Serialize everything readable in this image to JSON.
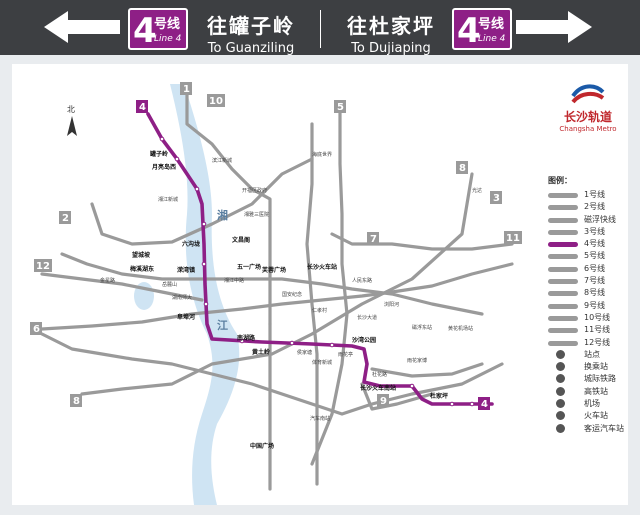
{
  "header": {
    "line_number": "4",
    "line_cn": "号线",
    "line_en": "Line 4",
    "left_dest_cn": "往罐子岭",
    "left_dest_en": "To Guanziling",
    "right_dest_cn": "往杜家坪",
    "right_dest_en": "To Dujiaping"
  },
  "logo": {
    "cn": "长沙轨道",
    "en": "Changsha Metro"
  },
  "map": {
    "north_label": "北",
    "river_labels": [
      "湘",
      "江"
    ],
    "station_labels": {
      "s1": "罐子岭",
      "s2": "月亮岛西",
      "s3": "湘江新城",
      "s4": "六沟垅",
      "s5": "溁湾镇",
      "s6": "湖南师大",
      "s7": "阜埠河",
      "s8": "南湖路",
      "s9": "黄土岭",
      "s10": "沙湾公园",
      "s11": "杜花路",
      "s12": "长沙火车南站",
      "s13": "杜家坪",
      "s14": "五一广场",
      "s15": "长沙火车站",
      "s16": "侯家塘",
      "s17": "体育新城",
      "s18": "文昌阁",
      "s19": "湘江中路",
      "s20": "汽车南站",
      "s21": "雨花亭",
      "s22": "梅溪湖东",
      "s23": "岳麓山",
      "s24": "望城坡",
      "s25": "滨江新城",
      "s26": "金星路",
      "s27": "开福区政府",
      "s28": "海底世界",
      "s29": "长沙大道",
      "s30": "黄花机场站",
      "s31": "光达",
      "s32": "磁浮东站",
      "s33": "中国广场",
      "s34": "雨花家博",
      "s35": "湘雅三医院",
      "s36": "芙蓉广场",
      "s37": "人民东路",
      "s38": "国安纪念",
      "s39": "仁孝村",
      "s40": "浏阳河"
    },
    "line_numbers": [
      "1",
      "2",
      "3",
      "4",
      "5",
      "6",
      "7",
      "8",
      "9",
      "10",
      "11",
      "12"
    ]
  },
  "legend": {
    "title": "图例：",
    "lines": [
      {
        "label": "1号线",
        "color": "#9a9a9a"
      },
      {
        "label": "2号线",
        "color": "#9a9a9a"
      },
      {
        "label": "磁浮快线",
        "color": "#9a9a9a"
      },
      {
        "label": "3号线",
        "color": "#9a9a9a"
      },
      {
        "label": "4号线",
        "color": "#8e1f86"
      },
      {
        "label": "5号线",
        "color": "#9a9a9a"
      },
      {
        "label": "6号线",
        "color": "#9a9a9a"
      },
      {
        "label": "7号线",
        "color": "#9a9a9a"
      },
      {
        "label": "8号线",
        "color": "#9a9a9a"
      },
      {
        "label": "9号线",
        "color": "#9a9a9a"
      },
      {
        "label": "10号线",
        "color": "#9a9a9a"
      },
      {
        "label": "11号线",
        "color": "#9a9a9a"
      },
      {
        "label": "12号线",
        "color": "#9a9a9a"
      }
    ],
    "symbols": [
      {
        "label": "站点",
        "icon": "station-icon"
      },
      {
        "label": "换乘站",
        "icon": "transfer-icon"
      },
      {
        "label": "城际铁路",
        "icon": "intercity-icon"
      },
      {
        "label": "高铁站",
        "icon": "hsr-icon"
      },
      {
        "label": "机场",
        "icon": "airport-icon"
      },
      {
        "label": "火车站",
        "icon": "train-icon"
      },
      {
        "label": "客运汽车站",
        "icon": "bus-icon"
      }
    ]
  },
  "colors": {
    "line4": "#8e1f86",
    "other_lines": "#9a9a9a",
    "river": "#cfe4f3",
    "header_bg": "#3d3f42"
  }
}
